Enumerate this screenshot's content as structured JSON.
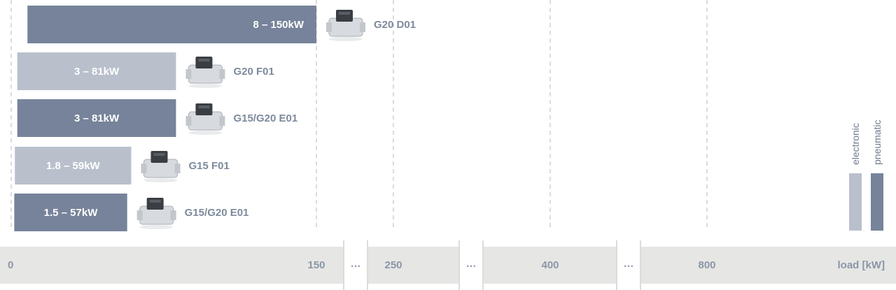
{
  "chart_data": {
    "type": "bar",
    "orientation": "horizontal",
    "unit": "kW",
    "xlabel": "load [kW]",
    "axis_ticks": [
      "0",
      "150",
      "250",
      "400",
      "800"
    ],
    "axis_breaks": [
      "…",
      "…",
      "…"
    ],
    "legend": [
      {
        "name": "electronic",
        "color": "#b9c0cc"
      },
      {
        "name": "pneumatic",
        "color": "#76839a"
      }
    ],
    "bars": [
      {
        "model": "G20 D01",
        "range_label": "8 – 150kW",
        "min": 8,
        "max": 150,
        "kind": "pneumatic"
      },
      {
        "model": "G20 F01",
        "range_label": "3 – 81kW",
        "min": 3,
        "max": 81,
        "kind": "electronic"
      },
      {
        "model": "G15/G20 E01",
        "range_label": "3 – 81kW",
        "min": 3,
        "max": 81,
        "kind": "pneumatic"
      },
      {
        "model": "G15 F01",
        "range_label": "1.8 – 59kW",
        "min": 1.8,
        "max": 59,
        "kind": "electronic"
      },
      {
        "model": "G15/G20 E01",
        "range_label": "1.5 – 57kW",
        "min": 1.5,
        "max": 57,
        "kind": "pneumatic"
      }
    ]
  }
}
